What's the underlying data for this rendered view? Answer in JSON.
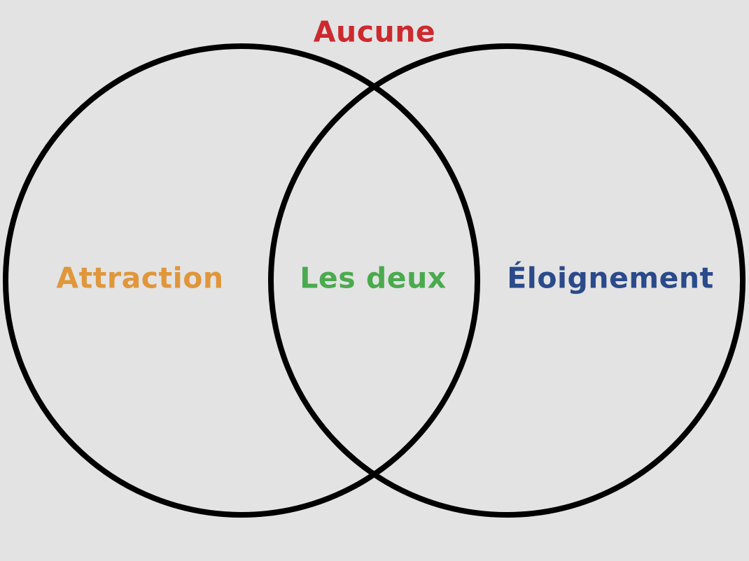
{
  "diagram": {
    "type": "venn",
    "labels": {
      "none": "Aucune",
      "left": "Attraction",
      "both": "Les deux",
      "right": "Éloignement"
    },
    "colors": {
      "background": "#e3e3e3",
      "outline": "#000000",
      "none": "#cc2a2e",
      "left": "#e0963a",
      "both": "#4aaa4e",
      "right": "#2a4a8a"
    }
  }
}
